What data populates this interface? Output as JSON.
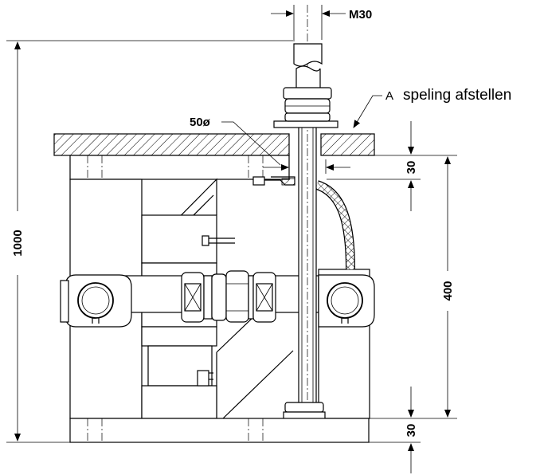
{
  "labels": {
    "thread": "M30",
    "diameter": "50ø",
    "note_letter": "A",
    "note_text": "speling afstellen",
    "height_total": "1000",
    "height_mount": "400",
    "gap_top": "30",
    "plate_bottom": "30"
  }
}
